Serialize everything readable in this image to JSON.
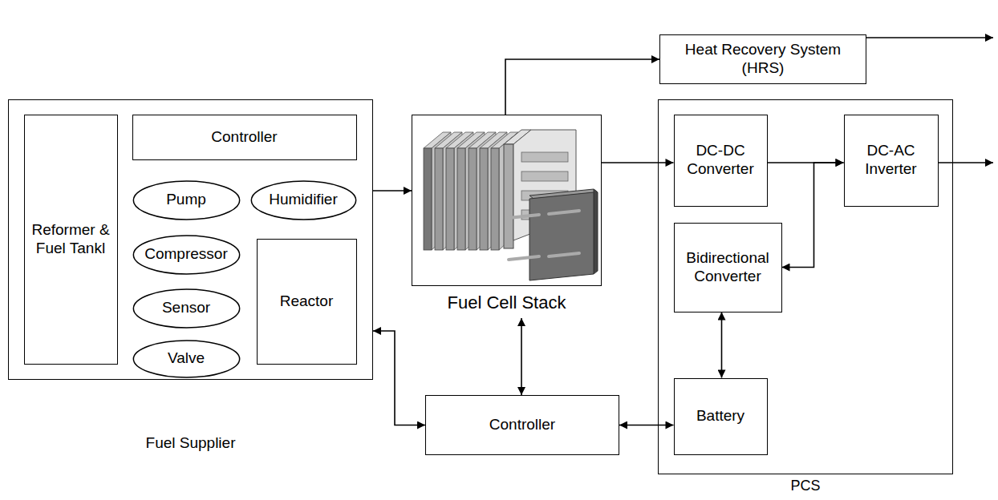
{
  "diagram": {
    "nodes": [
      {
        "text": [
          "Fuel Supplier"
        ]
      },
      {
        "text": [
          "Reformer & Fuel Tankl"
        ],
        "in": 0
      },
      {
        "text": [
          "Controller"
        ],
        "in": 0
      },
      {
        "text": [
          "Pump"
        ],
        "in": 0
      },
      {
        "text": [
          "Humidifier"
        ],
        "in": 0
      },
      {
        "text": [
          "Compressor"
        ],
        "in": 0
      },
      {
        "text": [
          "Sensor"
        ],
        "in": 0
      },
      {
        "text": [
          "Reactor"
        ],
        "in": 0
      },
      {
        "text": [
          "Valve"
        ],
        "in": 0
      },
      {
        "text": [
          "Fuel Cell Stack"
        ]
      },
      {
        "text": [
          "Heat Recovery System (HRS)"
        ]
      },
      {
        "text": [
          "PCS"
        ]
      },
      {
        "text": [
          "DC-DC Converter"
        ],
        "in": 11
      },
      {
        "text": [
          "DC-AC Inverter"
        ],
        "in": 11
      },
      {
        "text": [
          "Bidirectional Converter"
        ],
        "in": 11
      },
      {
        "text": [
          "Battery"
        ],
        "in": 11
      },
      {
        "text": [
          "Controller"
        ]
      }
    ],
    "edges": [
      {
        "from": 0,
        "to": 9,
        "arrow": "to"
      },
      {
        "from": 9,
        "to": 10,
        "arrow": "to"
      },
      {
        "from": 9,
        "to": 12,
        "arrow": "to"
      },
      {
        "from": 12,
        "to": 13,
        "arrow": "to"
      },
      {
        "from": 14,
        "to": 13,
        "arrow": "both"
      },
      {
        "from": 14,
        "to": 15,
        "arrow": "both"
      },
      {
        "from": 0,
        "to": 16,
        "arrow": "both"
      },
      {
        "from": 9,
        "to": 16,
        "arrow": "both"
      },
      {
        "from": 16,
        "to": 15,
        "arrow": "both"
      }
    ]
  }
}
